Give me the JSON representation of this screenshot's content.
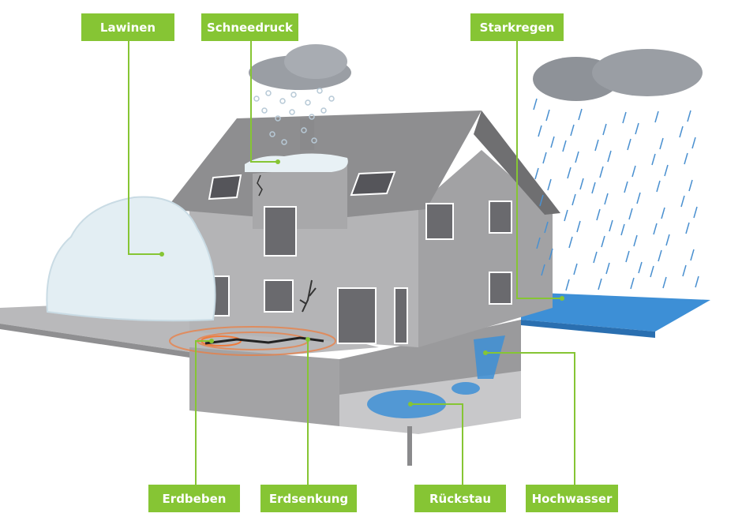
{
  "labels": {
    "lawinen": "Lawinen",
    "schneedruck": "Schneedruck",
    "starkregen": "Starkregen",
    "erdbeben": "Erdbeben",
    "erdsenkung": "Erdsenkung",
    "rueckstau": "Rückstau",
    "hochwasser": "Hochwasser"
  },
  "colors": {
    "label_green": "#86c534",
    "water_blue": "#3d8fd6",
    "house_grey": "#a9a9ab",
    "quake_orange": "#f07a3a"
  }
}
